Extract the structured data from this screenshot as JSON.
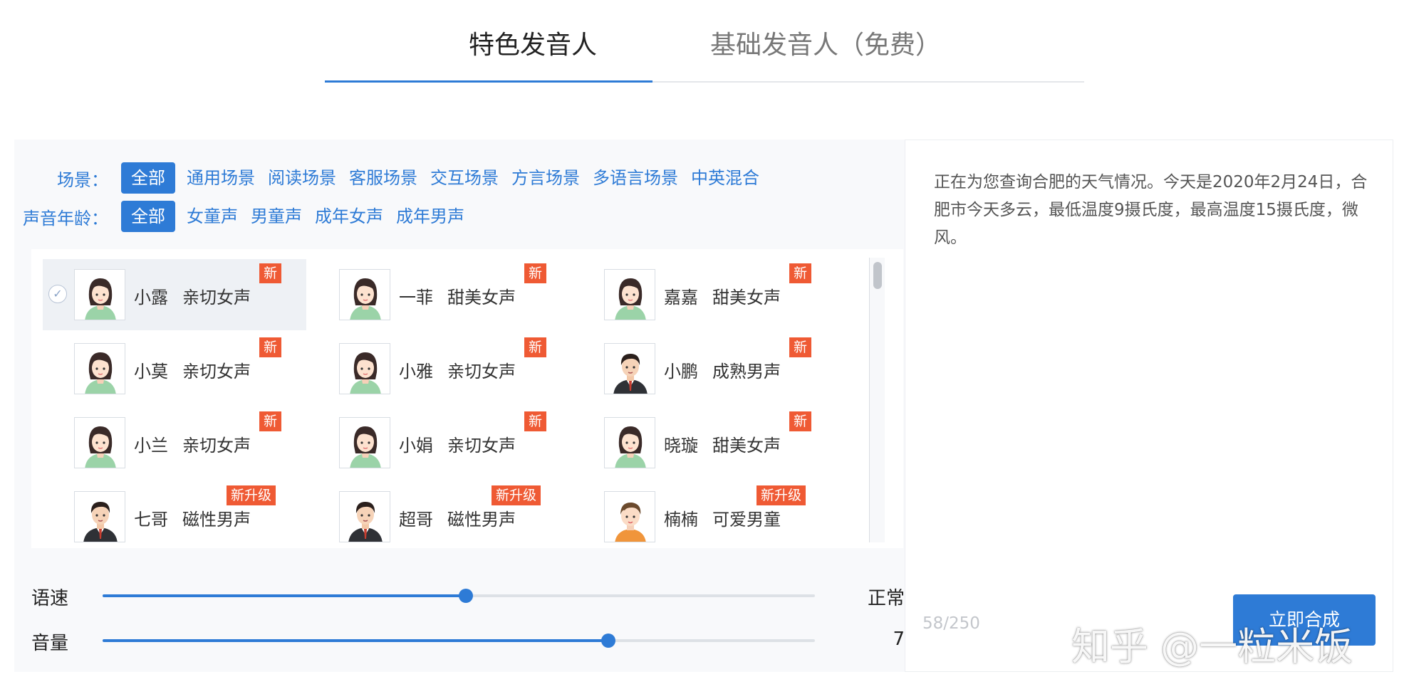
{
  "tabs": [
    {
      "label": "特色发音人"
    },
    {
      "label": "基础发音人（免费）"
    }
  ],
  "filters": {
    "scene": {
      "label": "场景：",
      "options": [
        "全部",
        "通用场景",
        "阅读场景",
        "客服场景",
        "交互场景",
        "方言场景",
        "多语言场景",
        "中英混合"
      ],
      "selected": "全部"
    },
    "age": {
      "label": "声音年龄：",
      "options": [
        "全部",
        "女童声",
        "男童声",
        "成年女声",
        "成年男声"
      ],
      "selected": "全部"
    }
  },
  "voices": [
    {
      "name": "小露",
      "desc": "亲切女声",
      "badge": "新",
      "avatar": "female-avatar",
      "selected": true
    },
    {
      "name": "一菲",
      "desc": "甜美女声",
      "badge": "新",
      "avatar": "female-avatar"
    },
    {
      "name": "嘉嘉",
      "desc": "甜美女声",
      "badge": "新",
      "avatar": "female-avatar"
    },
    {
      "name": "小莫",
      "desc": "亲切女声",
      "badge": "新",
      "avatar": "female-avatar"
    },
    {
      "name": "小雅",
      "desc": "亲切女声",
      "badge": "新",
      "avatar": "female-avatar"
    },
    {
      "name": "小鹏",
      "desc": "成熟男声",
      "badge": "新",
      "avatar": "male-avatar"
    },
    {
      "name": "小兰",
      "desc": "亲切女声",
      "badge": "新",
      "avatar": "female-avatar"
    },
    {
      "name": "小娟",
      "desc": "亲切女声",
      "badge": "新",
      "avatar": "female-avatar"
    },
    {
      "name": "晓璇",
      "desc": "甜美女声",
      "badge": "新",
      "avatar": "female-avatar"
    },
    {
      "name": "七哥",
      "desc": "磁性男声",
      "badge": "新升级",
      "avatar": "male-avatar"
    },
    {
      "name": "超哥",
      "desc": "磁性男声",
      "badge": "新升级",
      "avatar": "male-avatar"
    },
    {
      "name": "楠楠",
      "desc": "可爱男童",
      "badge": "新升级",
      "avatar": "child-avatar"
    }
  ],
  "sliders": {
    "speed": {
      "label": "语速",
      "value_text": "正常",
      "fraction": 0.51
    },
    "volume": {
      "label": "音量",
      "value_text": "7",
      "fraction": 0.71
    }
  },
  "text_input": {
    "content": "正在为您查询合肥的天气情况。今天是2020年2月24日，合肥市今天多云，最低温度9摄氏度，最高温度15摄氏度，微风。",
    "counter": "58/250"
  },
  "synthesize_button": {
    "label": "立即合成"
  },
  "watermark": "知乎 @一粒米饭",
  "colors": {
    "accent": "#2e7bd6",
    "badge": "#ef5a34",
    "background": "#f8f9fb"
  }
}
